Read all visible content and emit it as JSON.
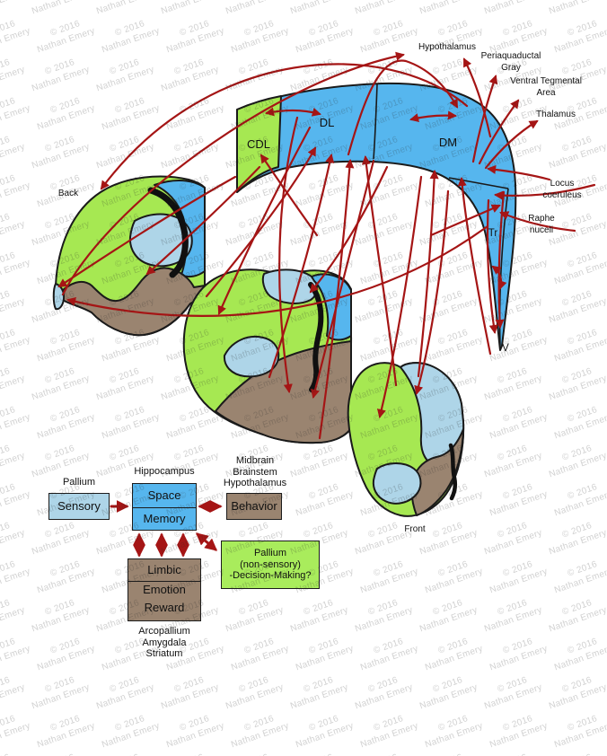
{
  "title": "Avian hippocampus connectivity diagram",
  "watermark": {
    "line1": "© 2016",
    "line2": "Nathan Emery"
  },
  "colors": {
    "blue": "#56B6EE",
    "green": "#A6E852",
    "lblue": "#AED5E8",
    "brown": "#9A8470",
    "green2": "#A9EC5C",
    "arrow": "#A51515",
    "outline": "#1a1a1a",
    "wm": "rgba(40,40,40,0.22)"
  },
  "region_labels": {
    "cdl": "CDL",
    "dl": "DL",
    "dm": "DM",
    "tr": "Tr",
    "v": "V"
  },
  "anatomy_labels": {
    "back": "Back",
    "front": "Front",
    "hypothalamus": "Hypothalamus",
    "periaquaductal": [
      "Periaquaductal",
      "Gray"
    ],
    "vta": [
      "Ventral Tegmental",
      "Area"
    ],
    "thalamus": "Thalamus",
    "locus": [
      "Locus",
      "coeruleus"
    ],
    "raphe": [
      "Raphe",
      "nuceli"
    ]
  },
  "flow": {
    "sensory": {
      "caption": "Pallium",
      "label": "Sensory"
    },
    "hippocampus": {
      "caption": "Hippocampus",
      "rows": [
        "Space",
        "Memory"
      ]
    },
    "behavior": {
      "caption": [
        "Midbrain",
        "Brainstem",
        "Hypothalamus"
      ],
      "label": "Behavior"
    },
    "limbic": {
      "rows": [
        "Limbic",
        "Emotion",
        "Reward"
      ],
      "caption": [
        "Arcopallium",
        "Amygdala",
        "Striatum"
      ]
    },
    "decision": {
      "lines": [
        "Pallium",
        "(non-sensory)",
        "-Decision-Making?"
      ]
    }
  }
}
